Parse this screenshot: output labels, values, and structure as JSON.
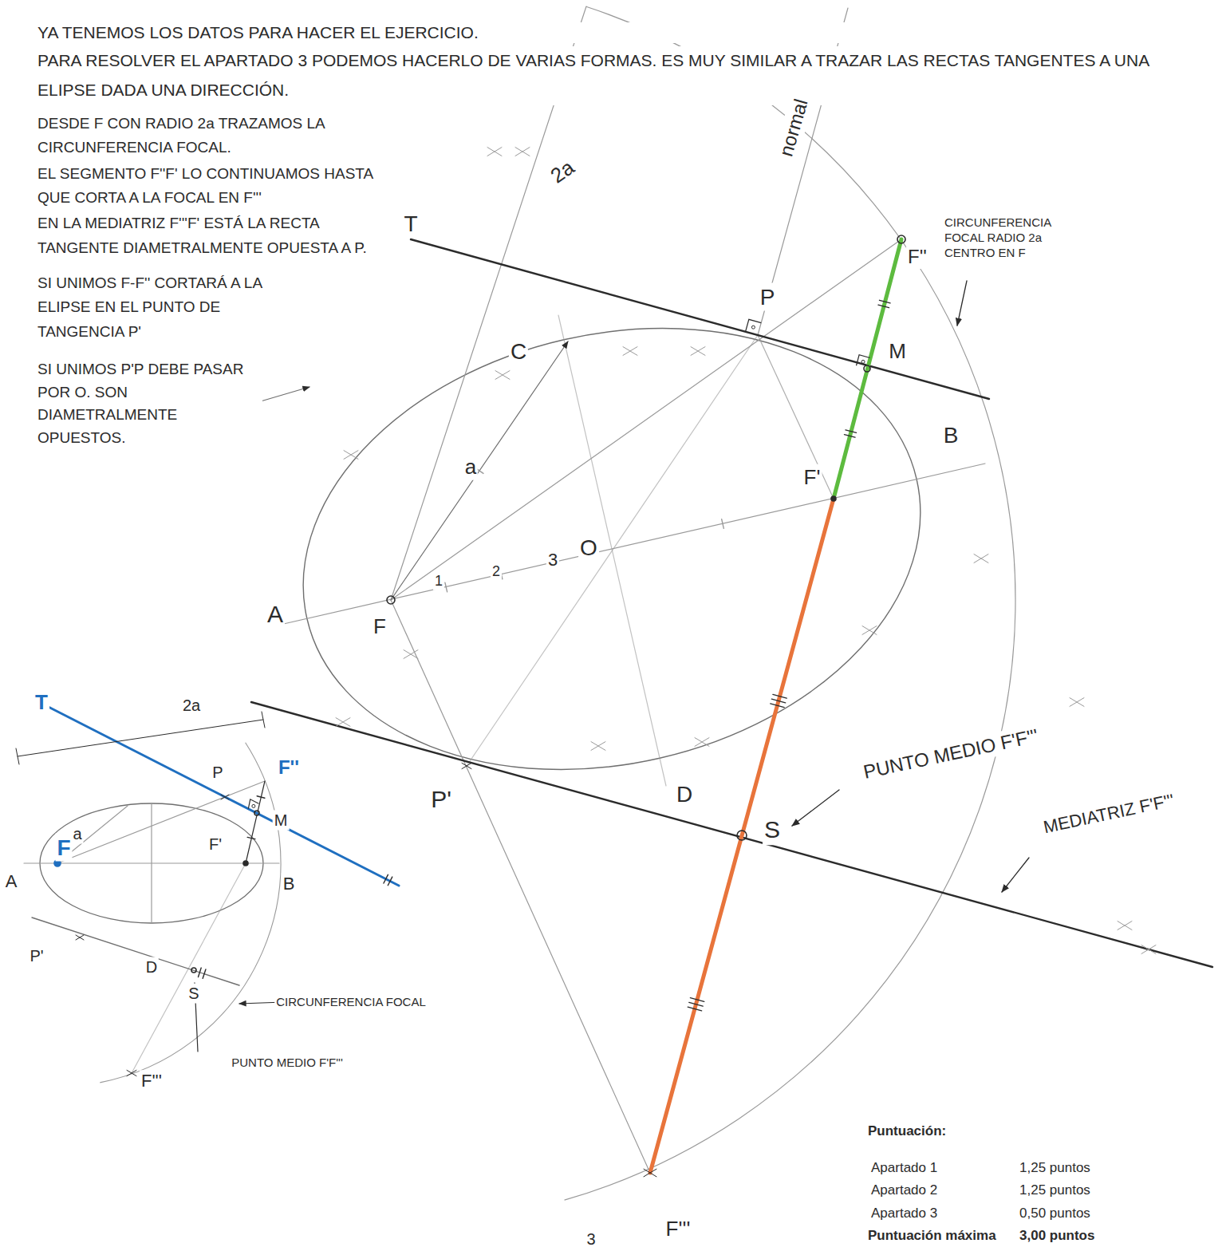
{
  "diagram": {
    "labels": [
      "YA TENEMOS LOS DATOS PARA HACER EL EJERCICIO.",
      "PARA RESOLVER EL APARTADO 3 PODEMOS HACERLO DE VARIAS FORMAS. ES MUY SIMILAR A TRAZAR LAS RECTAS TANGENTES A UNA ELIPSE DADA UNA DIRECCIÓN.",
      "DESDE F CON RADIO 2a TRAZAMOS LA CIRCUNFERENCIA FOCAL.",
      "EL SEGMENTO F''F' LO CONTINUAMOS HASTA QUE CORTA A LA FOCAL EN F'''",
      "EN LA MEDIATRIZ F'''F' ESTÁ LA RECTA TANGENTE DIAMETRALMENTE OPUESTA A P.",
      "SI UNIMOS F-F'' CORTARÁ A LA ELIPSE EN EL PUNTO DE TANGENCIA P'",
      "SI UNIMOS P'P DEBE PASAR POR O. SON DIAMETRALMENTE OPUESTOS.",
      "T",
      "2a",
      "normal",
      "P",
      "F''",
      "CIRCUNFERENCIA FOCAL RADIO 2a CENTRO EN F",
      "M",
      "C",
      "a",
      "1",
      "2",
      "3",
      "O",
      "F'",
      "B",
      "A",
      "F",
      "P'",
      "D",
      "S",
      "PUNTO MEDIO F'F'''",
      "MEDIATRIZ F'F'''",
      "F'''",
      "T",
      "2a",
      "P",
      "F''",
      "a",
      "M",
      "F",
      "F'",
      "A",
      "B",
      "P'",
      "D",
      "S",
      "CIRCUNFERENCIA FOCAL",
      "F'''",
      "PUNTO MEDIO F'F'''",
      "Puntuación:",
      "Apartado 1",
      "1,25 puntos",
      "Apartado 2",
      "1,25 puntos",
      "Apartado 3",
      "0,50 puntos",
      "Puntuación máxima",
      "3,00 puntos",
      "3"
    ]
  }
}
